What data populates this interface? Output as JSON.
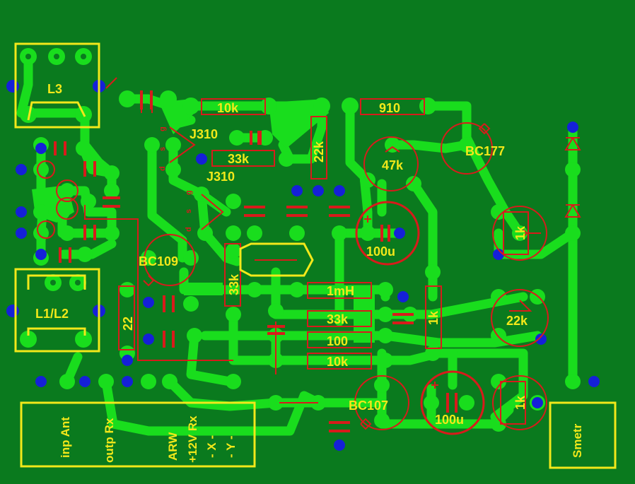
{
  "colors": {
    "board": "#0a7a1e",
    "copper": "#19dd1d",
    "silkscreen": "#f2e81a",
    "outline": "#d81b1b",
    "via": "#1520d8"
  },
  "labels": {
    "l3": "L3",
    "l1l2": "L1/L2",
    "r_10k_top": "10k",
    "r_910": "910",
    "j310_a": "J310",
    "j310_b": "J310",
    "r_33k_top": "33k",
    "r_22k_v": "22k",
    "pot_47k": "47k",
    "q_bc177": "BC177",
    "q_bc109": "BC109",
    "cap_100u_a": "100u",
    "pot_1k_a": "1k",
    "r_33k_v": "33k",
    "l_1mh": "1mH",
    "r_33k_mid": "33k",
    "r_1k_v": "1k",
    "pot_22k": "22k",
    "r_22": "22",
    "r_100": "100",
    "r_10k_bot": "10k",
    "q_bc107": "BC107",
    "cap_100u_b": "100u",
    "pot_1k_b": "1k",
    "conn_inp": "inp Ant",
    "conn_outp": "outp Rx",
    "conn_arw": "ARW",
    "conn_12v": "+12V Rx",
    "conn_x": "- X -",
    "conn_y": "- Y -",
    "conn_smetr": "Smetr",
    "pin_g1": "g",
    "pin_s1": "s",
    "pin_d1": "d",
    "pin_g2": "g",
    "pin_s2": "s",
    "pin_d2": "d"
  }
}
